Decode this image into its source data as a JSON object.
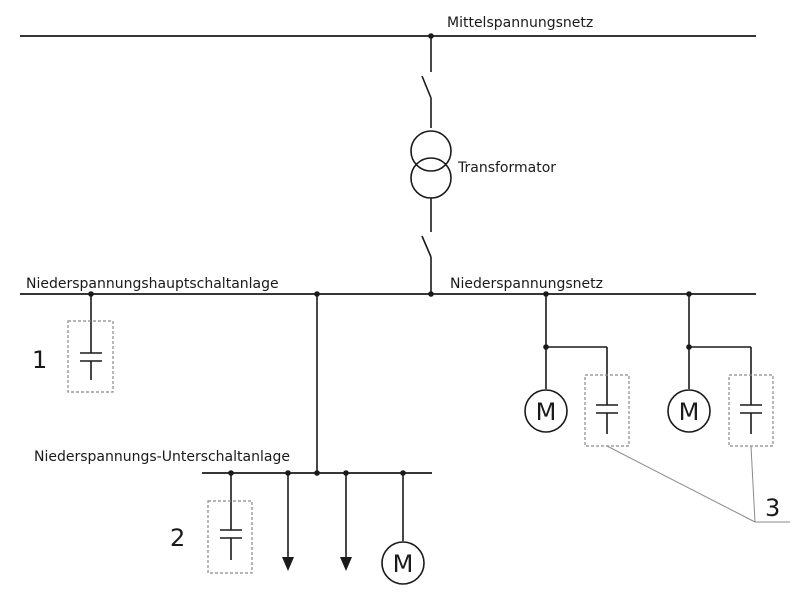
{
  "labels": {
    "medium_voltage_grid": "Mittelspannungsnetz",
    "transformer": "Transformator",
    "main_lv_switchgear": "Niederspannungshauptschaltanlage",
    "lv_grid": "Niederspannungsnetz",
    "lv_sub_switchgear": "Niederspannungs-Unterschaltanlage"
  },
  "callouts": {
    "one": "1",
    "two": "2",
    "three": "3"
  },
  "motor_symbol": "M",
  "colors": {
    "line": "#1a1a1a",
    "dashed_box": "#8a8a8a",
    "background": "#ffffff"
  }
}
